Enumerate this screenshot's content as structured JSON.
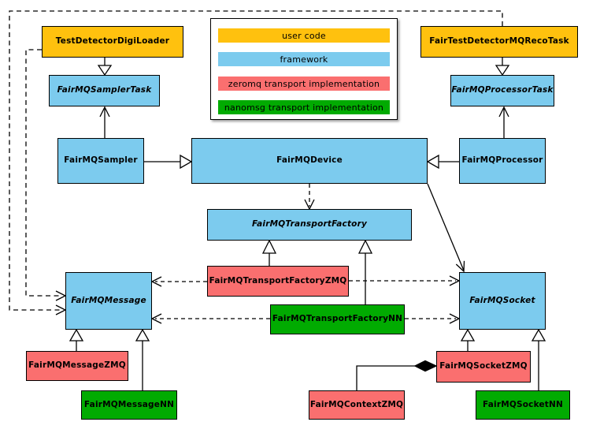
{
  "diagram": {
    "kind": "uml-class-diagram",
    "subject": "FairMQ framework class relationships"
  },
  "palette": {
    "user_code": "#FFC10E",
    "framework": "#7CCBEE",
    "zeromq": "#FA6F6F",
    "nanomsg": "#01AB01",
    "line": "#000000",
    "background": "#ffffff"
  },
  "legend": {
    "items": [
      {
        "label": "user code",
        "color": "#FFC10E"
      },
      {
        "label": "framework",
        "color": "#7CCBEE"
      },
      {
        "label": "zeromq transport implementation",
        "color": "#FA6F6F"
      },
      {
        "label": "nanomsg transport implementation",
        "color": "#01AB01"
      }
    ]
  },
  "nodes": {
    "test_detector_digi_loader": {
      "label": "TestDetectorDigiLoader",
      "category": "user code",
      "abstract": false
    },
    "fair_test_detector_mq_reco_task": {
      "label": "FairTestDetectorMQRecoTask",
      "category": "user code",
      "abstract": false
    },
    "fair_mq_sampler_task": {
      "label": "FairMQSamplerTask",
      "category": "framework",
      "abstract": true
    },
    "fair_mq_processor_task": {
      "label": "FairMQProcessorTask",
      "category": "framework",
      "abstract": true
    },
    "fair_mq_sampler": {
      "label": "FairMQSampler",
      "category": "framework",
      "abstract": false
    },
    "fair_mq_device": {
      "label": "FairMQDevice",
      "category": "framework",
      "abstract": false
    },
    "fair_mq_processor": {
      "label": "FairMQProcessor",
      "category": "framework",
      "abstract": false
    },
    "fair_mq_transport_factory": {
      "label": "FairMQTransportFactory",
      "category": "framework",
      "abstract": true
    },
    "fair_mq_transport_factory_zmq": {
      "label": "FairMQTransportFactoryZMQ",
      "category": "zeromq",
      "abstract": false
    },
    "fair_mq_transport_factory_nn": {
      "label": "FairMQTransportFactoryNN",
      "category": "nanomsg",
      "abstract": false
    },
    "fair_mq_message": {
      "label": "FairMQMessage",
      "category": "framework",
      "abstract": true
    },
    "fair_mq_socket": {
      "label": "FairMQSocket",
      "category": "framework",
      "abstract": true
    },
    "fair_mq_message_zmq": {
      "label": "FairMQMessageZMQ",
      "category": "zeromq",
      "abstract": false
    },
    "fair_mq_message_nn": {
      "label": "FairMQMessageNN",
      "category": "nanomsg",
      "abstract": false
    },
    "fair_mq_context_zmq": {
      "label": "FairMQContextZMQ",
      "category": "zeromq",
      "abstract": false
    },
    "fair_mq_socket_zmq": {
      "label": "FairMQSocketZMQ",
      "category": "zeromq",
      "abstract": false
    },
    "fair_mq_socket_nn": {
      "label": "FairMQSocketNN",
      "category": "nanomsg",
      "abstract": false
    }
  },
  "relations": [
    {
      "from": "TestDetectorDigiLoader",
      "to": "FairMQSamplerTask",
      "type": "inheritance"
    },
    {
      "from": "FairTestDetectorMQRecoTask",
      "to": "FairMQProcessorTask",
      "type": "inheritance"
    },
    {
      "from": "FairMQSampler",
      "to": "FairMQSamplerTask",
      "type": "association"
    },
    {
      "from": "FairMQProcessor",
      "to": "FairMQProcessorTask",
      "type": "association"
    },
    {
      "from": "FairMQSampler",
      "to": "FairMQDevice",
      "type": "inheritance"
    },
    {
      "from": "FairMQProcessor",
      "to": "FairMQDevice",
      "type": "inheritance"
    },
    {
      "from": "FairMQDevice",
      "to": "FairMQTransportFactory",
      "type": "dependency"
    },
    {
      "from": "FairMQDevice",
      "to": "FairMQSocket",
      "type": "association"
    },
    {
      "from": "FairMQTransportFactoryZMQ",
      "to": "FairMQTransportFactory",
      "type": "inheritance"
    },
    {
      "from": "FairMQTransportFactoryNN",
      "to": "FairMQTransportFactory",
      "type": "inheritance"
    },
    {
      "from": "FairMQTransportFactoryZMQ",
      "to": "FairMQMessage",
      "type": "dependency"
    },
    {
      "from": "FairMQTransportFactoryZMQ",
      "to": "FairMQSocket",
      "type": "dependency"
    },
    {
      "from": "FairMQTransportFactoryNN",
      "to": "FairMQMessage",
      "type": "dependency"
    },
    {
      "from": "FairMQTransportFactoryNN",
      "to": "FairMQSocket",
      "type": "dependency"
    },
    {
      "from": "TestDetectorDigiLoader",
      "to": "FairMQMessage",
      "type": "dependency"
    },
    {
      "from": "FairTestDetectorMQRecoTask",
      "to": "FairMQMessage",
      "type": "dependency"
    },
    {
      "from": "FairMQMessageZMQ",
      "to": "FairMQMessage",
      "type": "inheritance"
    },
    {
      "from": "FairMQMessageNN",
      "to": "FairMQMessage",
      "type": "inheritance"
    },
    {
      "from": "FairMQSocketZMQ",
      "to": "FairMQSocket",
      "type": "inheritance"
    },
    {
      "from": "FairMQSocketNN",
      "to": "FairMQSocket",
      "type": "inheritance"
    },
    {
      "from": "FairMQContextZMQ",
      "to": "FairMQSocketZMQ",
      "type": "composition"
    }
  ]
}
